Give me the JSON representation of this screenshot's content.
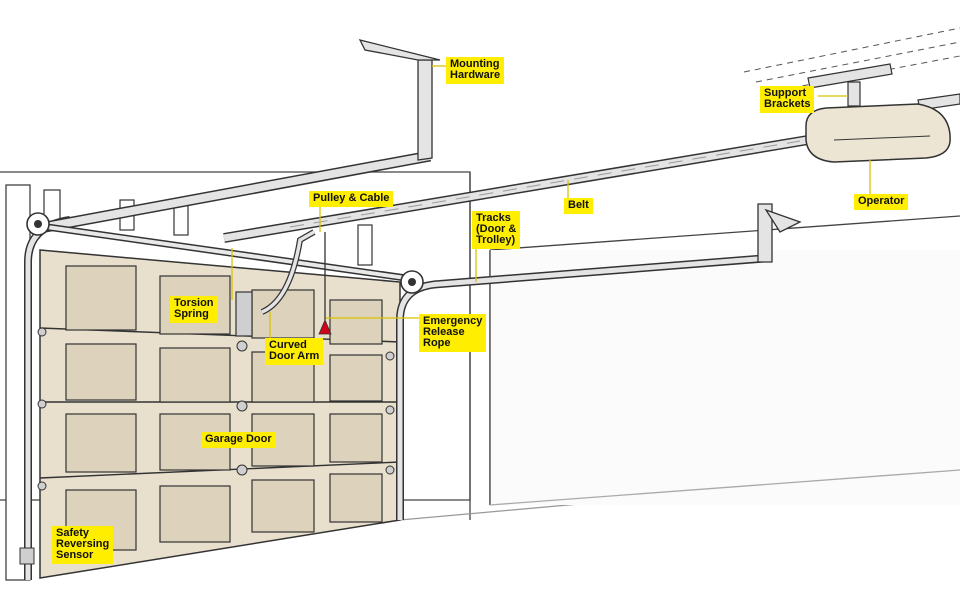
{
  "colors": {
    "label_background": "#ffee00",
    "door_panel": "#e8dfcd",
    "door_inset": "#ddd2bc",
    "track_metal": "#e4e4e4",
    "outline": "#333333",
    "leader_line": "#d8c200",
    "release_handle": "#d0021b"
  },
  "labels": {
    "mounting_hardware": "Mounting\nHardware",
    "support_brackets": "Support\nBrackets",
    "pulley_cable": "Pulley & Cable",
    "belt": "Belt",
    "operator": "Operator",
    "tracks": "Tracks\n(Door &\nTrolley)",
    "torsion_spring": "Torsion\nSpring",
    "emergency_release_rope": "Emergency\nRelease\nRope",
    "curved_door_arm": "Curved\nDoor Arm",
    "garage_door": "Garage Door",
    "safety_reversing_sensor": "Safety\nReversing\nSensor"
  }
}
